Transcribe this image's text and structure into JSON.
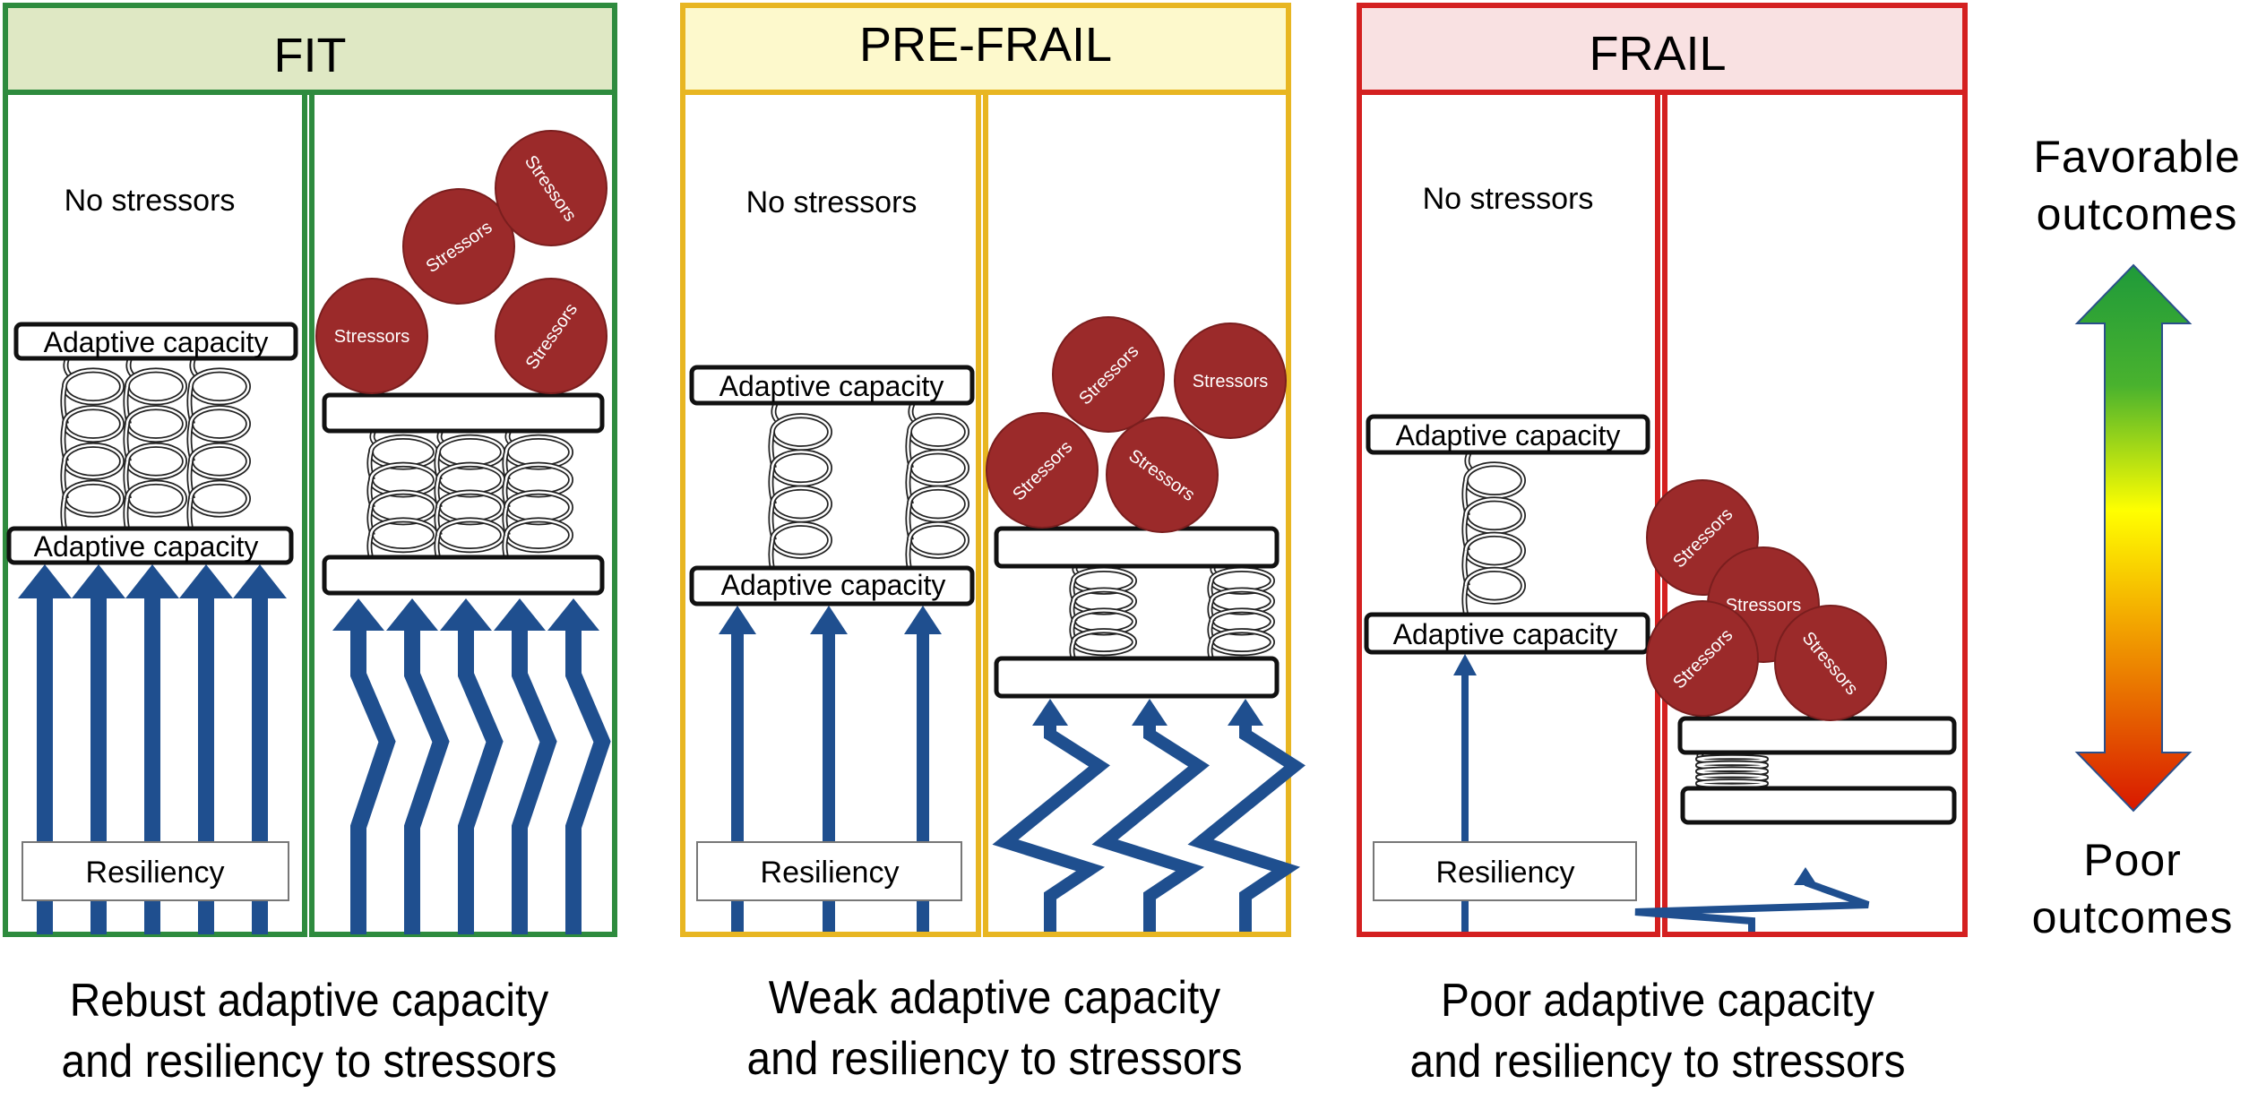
{
  "figure": {
    "title": "Adaptive capacity and resiliency to stressors across frailty states",
    "panels": [
      {
        "id": "fit",
        "header": "FIT",
        "header_bg": "#dfe8c4",
        "border_color": "#2e8b3e",
        "no_stressors_label": "No stressors",
        "adaptive_capacity_top": "Adaptive capacity",
        "adaptive_capacity_bottom": "Adaptive capacity",
        "resiliency_label": "Resiliency",
        "spring_count": 3,
        "arrow_count": 5,
        "stressor_label": "Stressors",
        "stressor_count": 4,
        "caption": [
          "Rebust adaptive capacity",
          "and resiliency to stressors"
        ]
      },
      {
        "id": "pre-frail",
        "header": "PRE-FRAIL",
        "header_bg": "#fdf9cc",
        "border_color": "#e8b622",
        "no_stressors_label": "No stressors",
        "adaptive_capacity_top": "Adaptive capacity",
        "adaptive_capacity_bottom": "Adaptive capacity",
        "resiliency_label": "Resiliency",
        "spring_count": 2,
        "arrow_count": 3,
        "stressor_label": "Stressors",
        "stressor_count": 4,
        "caption": [
          "Weak adaptive capacity",
          "and resiliency to stressors"
        ]
      },
      {
        "id": "frail",
        "header": "FRAIL",
        "header_bg": "#f9e1e2",
        "border_color": "#d42020",
        "no_stressors_label": "No stressors",
        "adaptive_capacity_top": "Adaptive capacity",
        "adaptive_capacity_bottom": "Adaptive capacity",
        "resiliency_label": "Resiliency",
        "spring_count": 1,
        "arrow_count": 1,
        "stressor_label": "Stressors",
        "stressor_count": 4,
        "caption": [
          "Poor adaptive capacity",
          "and resiliency to stressors"
        ]
      }
    ],
    "legend": {
      "top_label": [
        "Favorable",
        "outcomes"
      ],
      "bottom_label": [
        "Poor",
        "outcomes"
      ],
      "gradient_colors": [
        "#1f9a3a",
        "#ffff00",
        "#f3a000",
        "#d81800"
      ],
      "outline_color": "#2a4f8a"
    },
    "colors": {
      "stressor_fill": "#9b2a2a",
      "arrow_fill": "#1f4f8f",
      "box_stroke": "#111111"
    }
  }
}
